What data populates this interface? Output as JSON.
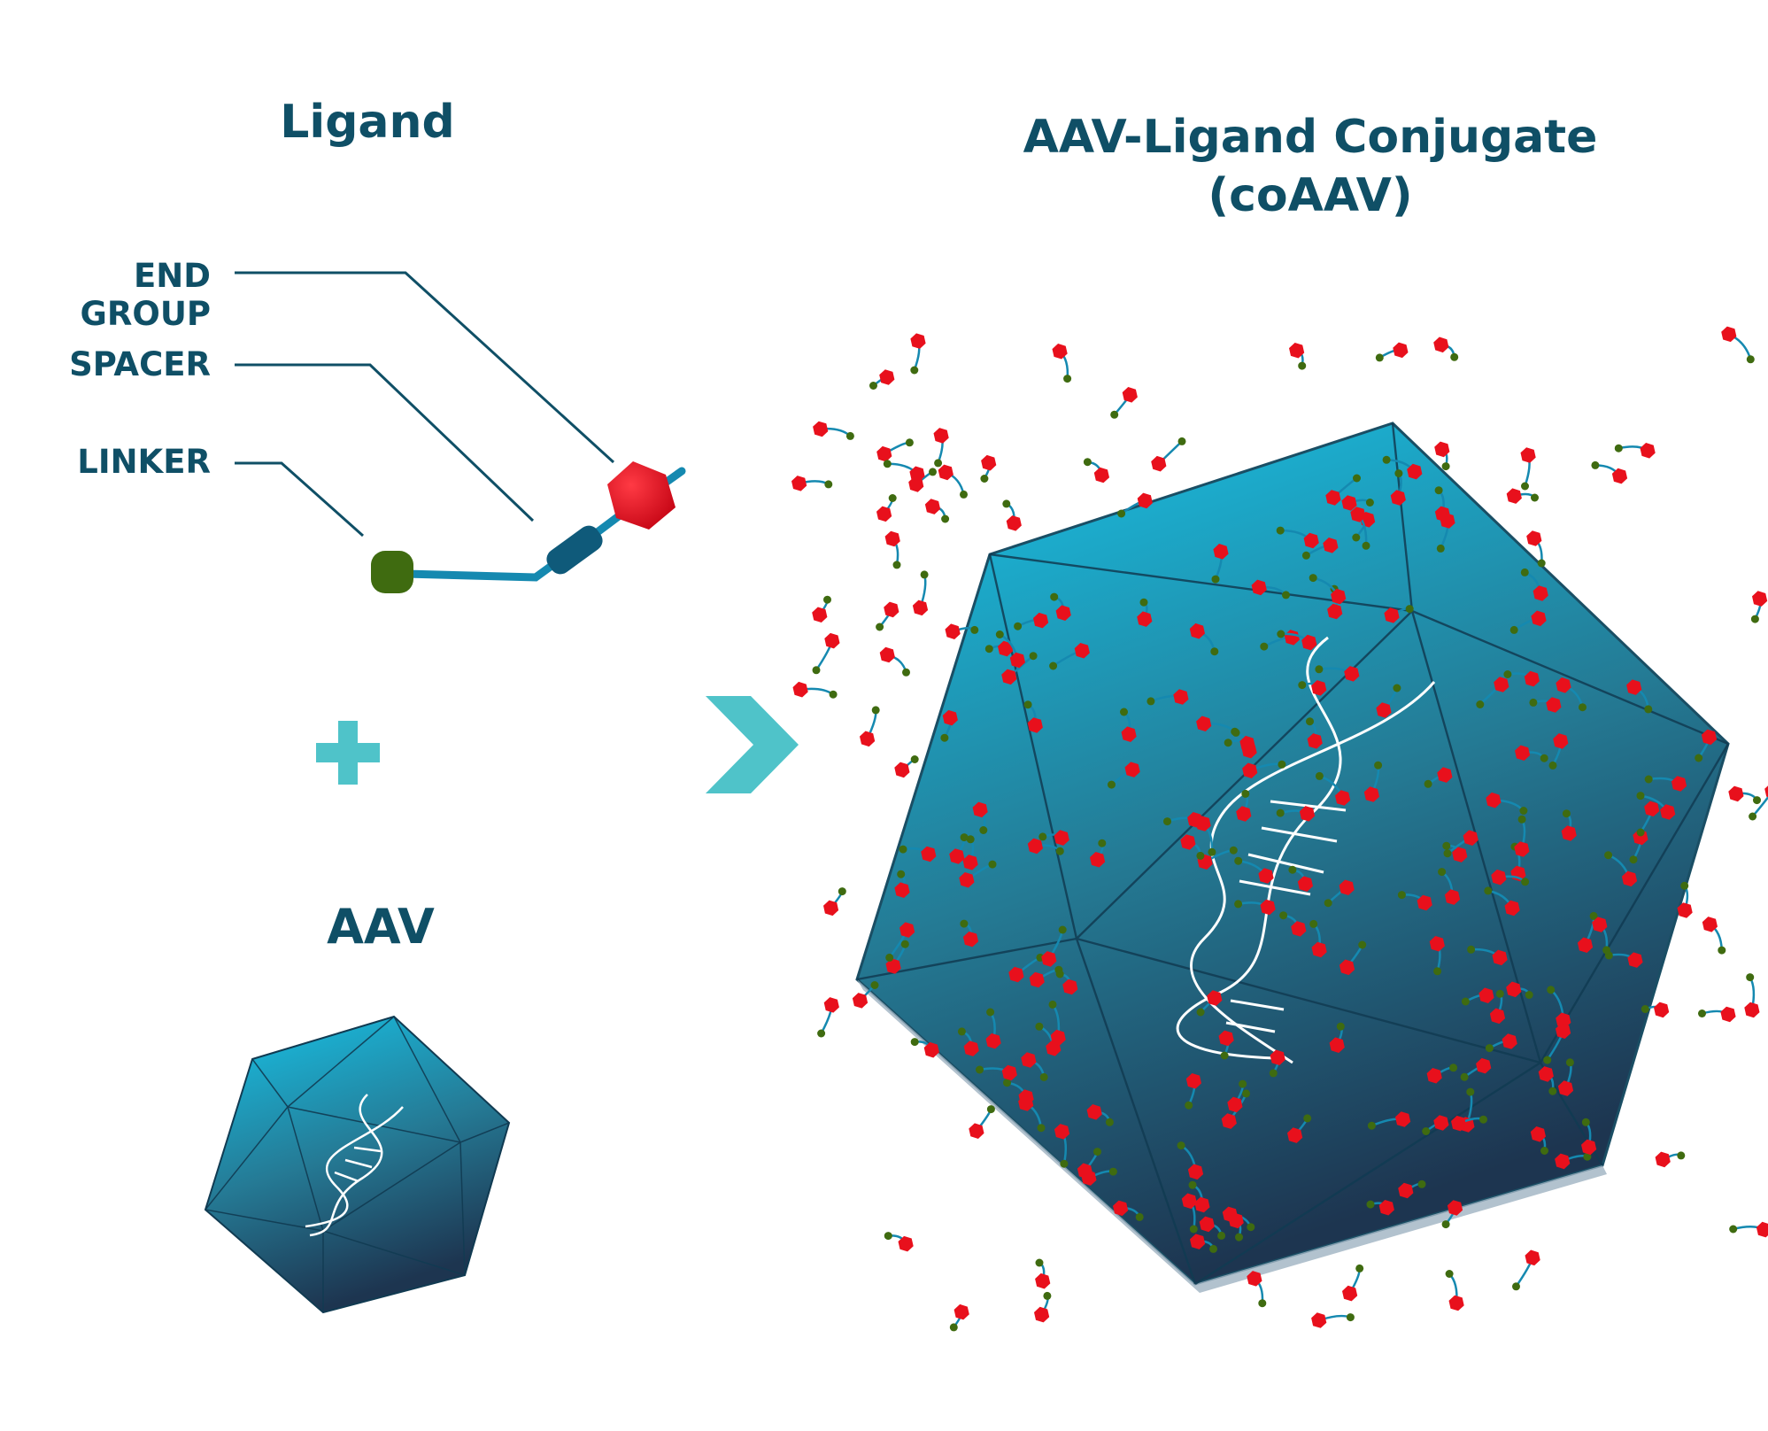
{
  "titles": {
    "ligand": "Ligand",
    "conjugate_line1": "AAV-Ligand Conjugate",
    "conjugate_line2": "(coAAV)",
    "aav": "AAV"
  },
  "ligand_parts": {
    "end_group": "END GROUP",
    "spacer": "SPACER",
    "linker": "LINKER"
  },
  "colors": {
    "text": "#0f4f66",
    "end_group": "#e0101c",
    "linker": "#3f6b10",
    "spacer": "#1589b0",
    "capsid_top": "#16c2e6",
    "capsid_bottom": "#1e3a52",
    "arrow": "#4fc3c9"
  },
  "icons": {
    "plus": "plus-icon",
    "arrow": "chevron-right-icon",
    "dna": "dna-helix-icon"
  }
}
